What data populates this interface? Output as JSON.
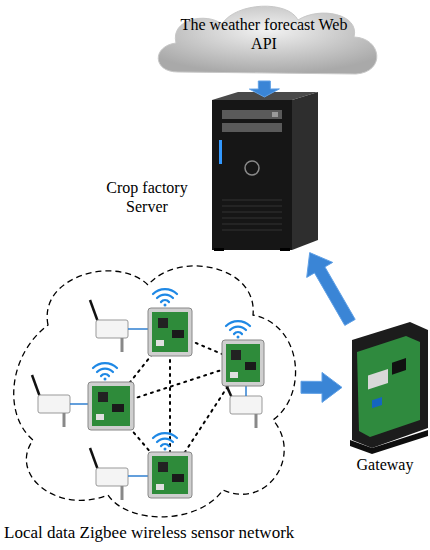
{
  "diagram": {
    "nodes": [
      {
        "text": [
          "The weather forecast Web API"
        ]
      },
      {
        "text": [
          "Crop factory Server"
        ]
      },
      {
        "text": [
          "Local data Zigbee wireless sensor network"
        ]
      },
      {
        "text": [
          "Gateway"
        ]
      }
    ],
    "edges": [
      {
        "from": 0,
        "to": 1,
        "arrow": "to"
      },
      {
        "from": 2,
        "to": 3,
        "arrow": "to"
      },
      {
        "from": 3,
        "to": 1,
        "arrow": "to"
      }
    ]
  }
}
